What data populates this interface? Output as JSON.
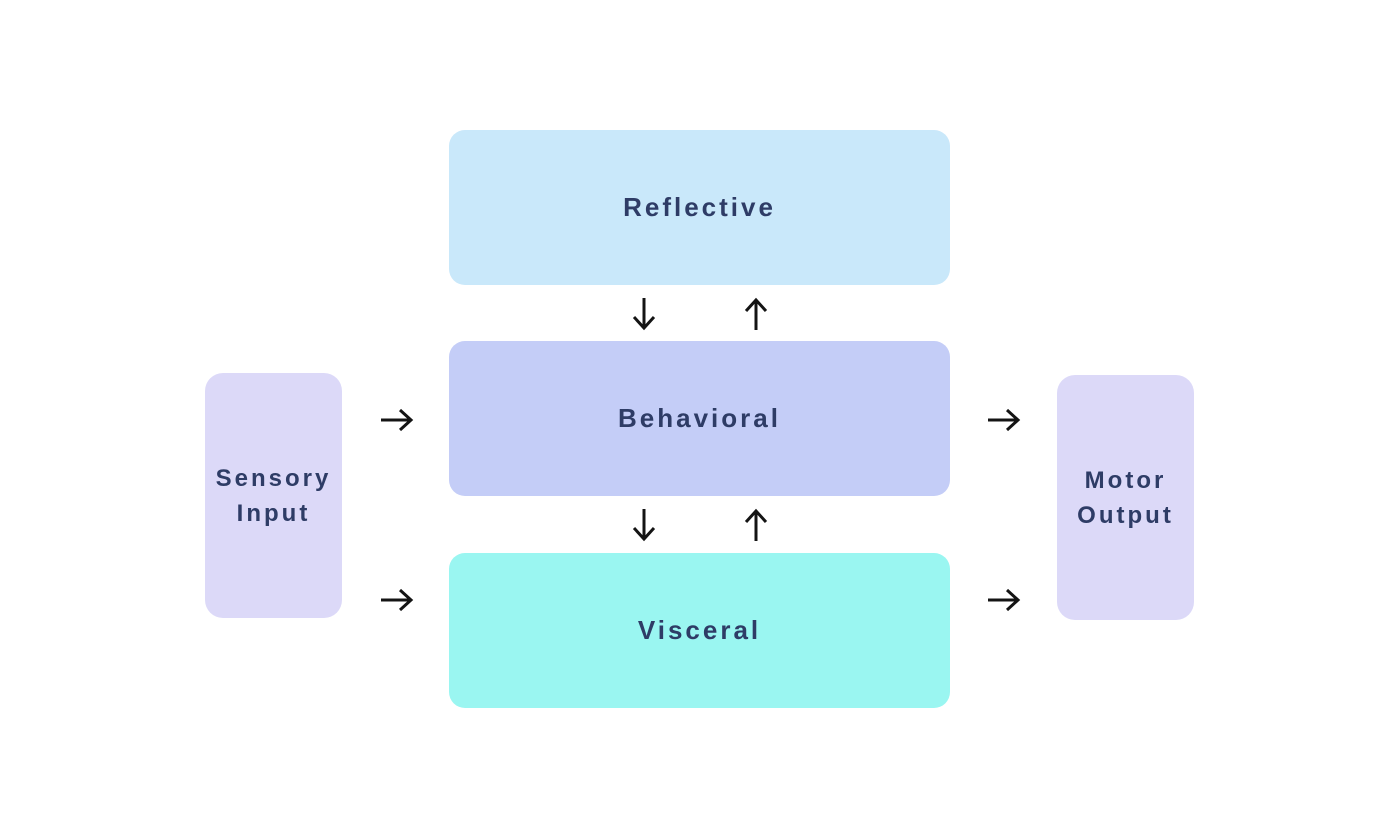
{
  "diagram": {
    "title": "Levels of processing flow diagram",
    "colors": {
      "background": "#ffffff",
      "text": "#2e3c66",
      "arrow": "#141414",
      "reflective_fill": "#c9e8fa",
      "behavioral_fill": "#c4cdf7",
      "visceral_fill": "#9af6f1",
      "io_fill": "#dcd9f8"
    },
    "nodes": {
      "sensory": {
        "line1": "Sensory",
        "line2": "Input",
        "color": "#dcd9f8"
      },
      "reflective": {
        "label": "Reflective",
        "color": "#c9e8fa"
      },
      "behavioral": {
        "label": "Behavioral",
        "color": "#c4cdf7"
      },
      "visceral": {
        "label": "Visceral",
        "color": "#9af6f1"
      },
      "motor": {
        "line1": "Motor",
        "line2": "Output",
        "color": "#dcd9f8"
      }
    },
    "arrows": {
      "reflective_behavioral": "down",
      "behavioral_reflective": "up",
      "behavioral_visceral": "down",
      "visceral_behavioral": "up",
      "sensory_to_behavioral": "right",
      "sensory_to_visceral": "right",
      "behavioral_to_motor": "right",
      "visceral_to_motor": "right"
    }
  }
}
